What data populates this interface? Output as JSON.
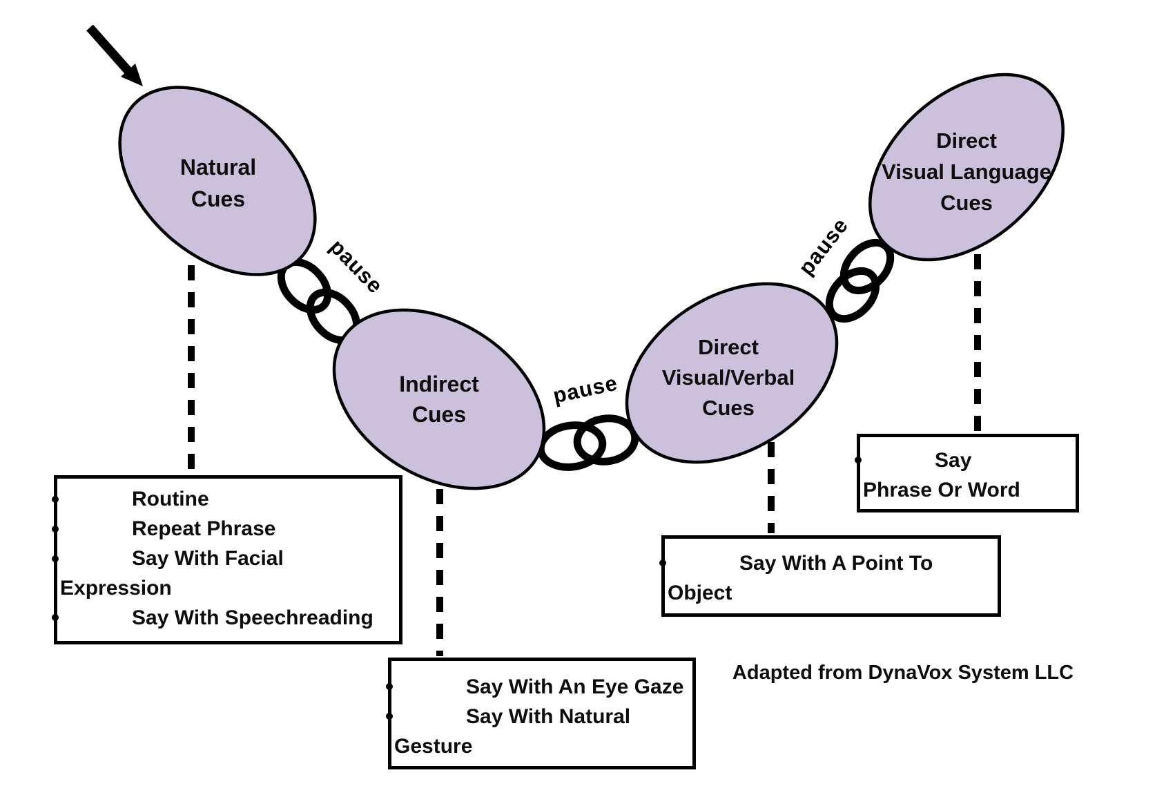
{
  "diagram": {
    "attribution": "Adapted from DynaVox System LLC",
    "ellipses": [
      {
        "name": "natural-cues",
        "lines": [
          "Natural",
          "Cues"
        ]
      },
      {
        "name": "indirect-cues",
        "lines": [
          "Indirect",
          "Cues"
        ]
      },
      {
        "name": "direct-visual-verbal-cues",
        "lines": [
          "Direct",
          "Visual/Verbal",
          "Cues"
        ]
      },
      {
        "name": "direct-visual-language-cues",
        "lines": [
          "Direct",
          "Visual Language",
          "Cues"
        ]
      }
    ],
    "chains": [
      {
        "label": "pause"
      },
      {
        "label": "pause"
      },
      {
        "label": "pause"
      }
    ],
    "strategy_boxes": [
      {
        "for": "Natural Cues",
        "items": [
          "Routine",
          "Repeat Phrase",
          "Say With Facial Expression",
          "Say With Speechreading"
        ],
        "lines": [
          "Routine",
          "Repeat Phrase",
          "Say With Facial",
          "Expression",
          "Say With Speechreading"
        ]
      },
      {
        "for": "Indirect Cues",
        "items": [
          "Say With An Eye Gaze",
          "Say With Natural Gesture"
        ],
        "lines": [
          "Say With An Eye Gaze",
          "Say With Natural",
          "Gesture"
        ]
      },
      {
        "for": "Direct Visual/Verbal Cues",
        "items": [
          "Say With A Point To Object"
        ],
        "lines": [
          "Say With A Point To",
          "Object"
        ]
      },
      {
        "for": "Direct Visual Language Cues",
        "items": [
          "Say Phrase Or Word"
        ],
        "lines": [
          "Say",
          "Phrase Or Word"
        ]
      }
    ]
  },
  "colors": {
    "ellipse_fill": "#CBC1DC",
    "outline": "#000000",
    "text": "#0D0D0D",
    "background": "#FFFFFF"
  }
}
